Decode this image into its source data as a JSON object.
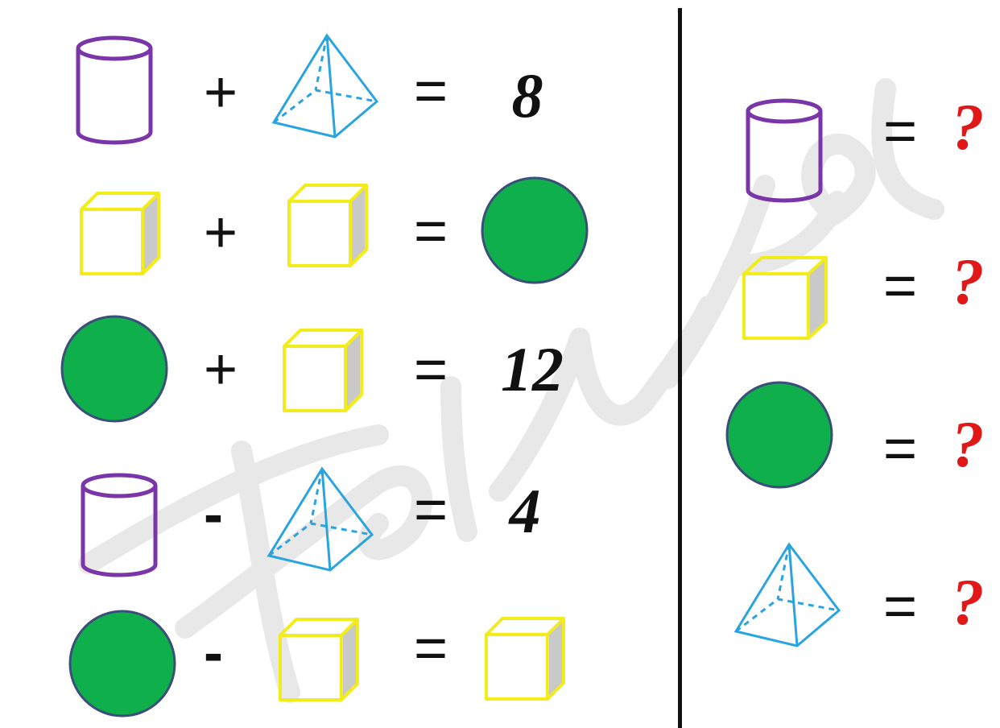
{
  "colors": {
    "cylinder": "#7a35a8",
    "pyramid": "#2aa4e0",
    "cube_edge": "#f2ec1c",
    "cube_side": "#c9c9c9",
    "circle_fill": "#0fb04c",
    "circle_stroke": "#3a4f7a",
    "question": "#e01818",
    "watermark": "#e6e6e6"
  },
  "icons": [
    "cylinder-icon",
    "pyramid-icon",
    "cube-icon",
    "green-circle-icon"
  ],
  "equations": [
    {
      "a": "cylinder",
      "op": "+",
      "b": "pyramid",
      "eq": "=",
      "result": "8"
    },
    {
      "a": "cube",
      "op": "+",
      "b": "cube",
      "eq": "=",
      "result_shape": "circle"
    },
    {
      "a": "circle",
      "op": "+",
      "b": "cube",
      "eq": "=",
      "result": "12"
    },
    {
      "a": "cylinder",
      "op": "-",
      "b": "pyramid",
      "eq": "=",
      "result": "4"
    },
    {
      "a": "circle",
      "op": "-",
      "b": "cube",
      "eq": "=",
      "result_shape": "cube"
    }
  ],
  "answers": [
    {
      "shape": "cylinder",
      "eq": "=",
      "value": "?"
    },
    {
      "shape": "cube",
      "eq": "=",
      "value": "?"
    },
    {
      "shape": "circle",
      "eq": "=",
      "value": "?"
    },
    {
      "shape": "pyramid",
      "eq": "=",
      "value": "?"
    }
  ]
}
